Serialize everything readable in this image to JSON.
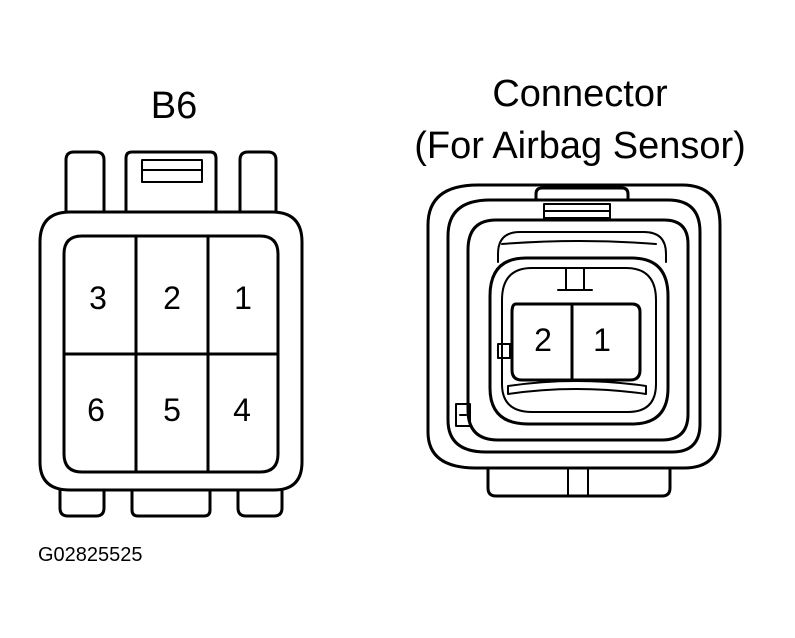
{
  "left_connector": {
    "title": "B6",
    "pins_top_row": [
      "3",
      "2",
      "1"
    ],
    "pins_bottom_row": [
      "6",
      "5",
      "4"
    ]
  },
  "right_connector": {
    "title_line1": "Connector",
    "title_line2": "(For Airbag Sensor)",
    "pins": [
      "2",
      "1"
    ]
  },
  "figure_code": "G02825525"
}
